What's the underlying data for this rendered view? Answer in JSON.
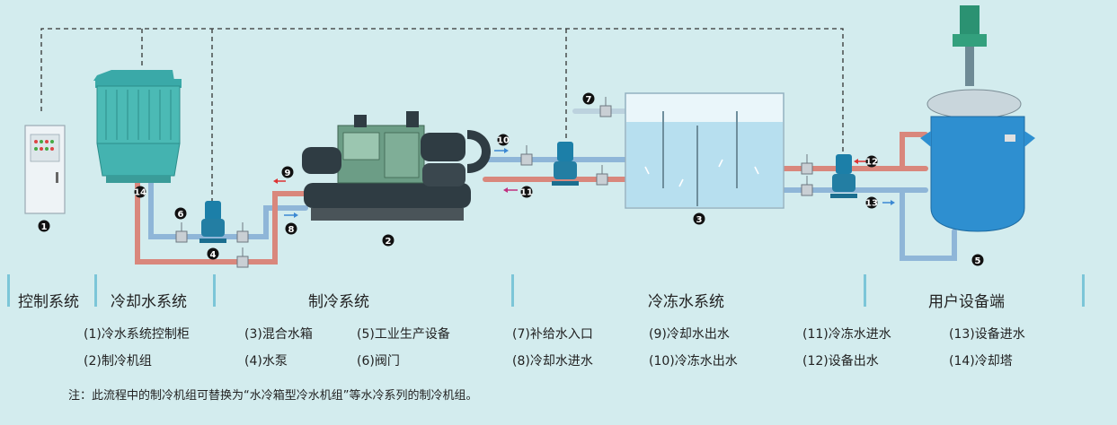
{
  "sections": [
    "控制系统",
    "冷却水系统",
    "制冷系统",
    "冷冻水系统",
    "用户设备端"
  ],
  "legend": [
    "(1)冷水系统控制柜",
    "(2)制冷机组",
    "(3)混合水箱",
    "(4)水泵",
    "(5)工业生产设备",
    "(6)阀门",
    "(7)补给水入口",
    "(8)冷却水进水",
    "(9)冷却水出水",
    "(10)冷冻水出水",
    "(11)冷冻水进水",
    "(12)设备出水",
    "(13)设备进水",
    "(14)冷却塔"
  ],
  "note": "注：此流程中的制冷机组可替换为“水冷箱型冷水机组”等水冷系列的制冷机组。",
  "markers": {
    "n1": "1",
    "n2": "2",
    "n3": "3",
    "n4": "4",
    "n5": "5",
    "n6": "6",
    "n7": "7",
    "n8": "8",
    "n9": "9",
    "n10": "10",
    "n11": "11",
    "n12": "12",
    "n13": "13",
    "n14": "14"
  },
  "colors": {
    "background": "#d3ecee",
    "separator": "#7cc6d8",
    "hot_pipe": "#d9877c",
    "cold_pipe": "#8fb6d8",
    "pump": "#1c7fa8",
    "chiller": "#6c9d86",
    "tank": "#c7e8f2",
    "reactor": "#2e8fd0"
  }
}
